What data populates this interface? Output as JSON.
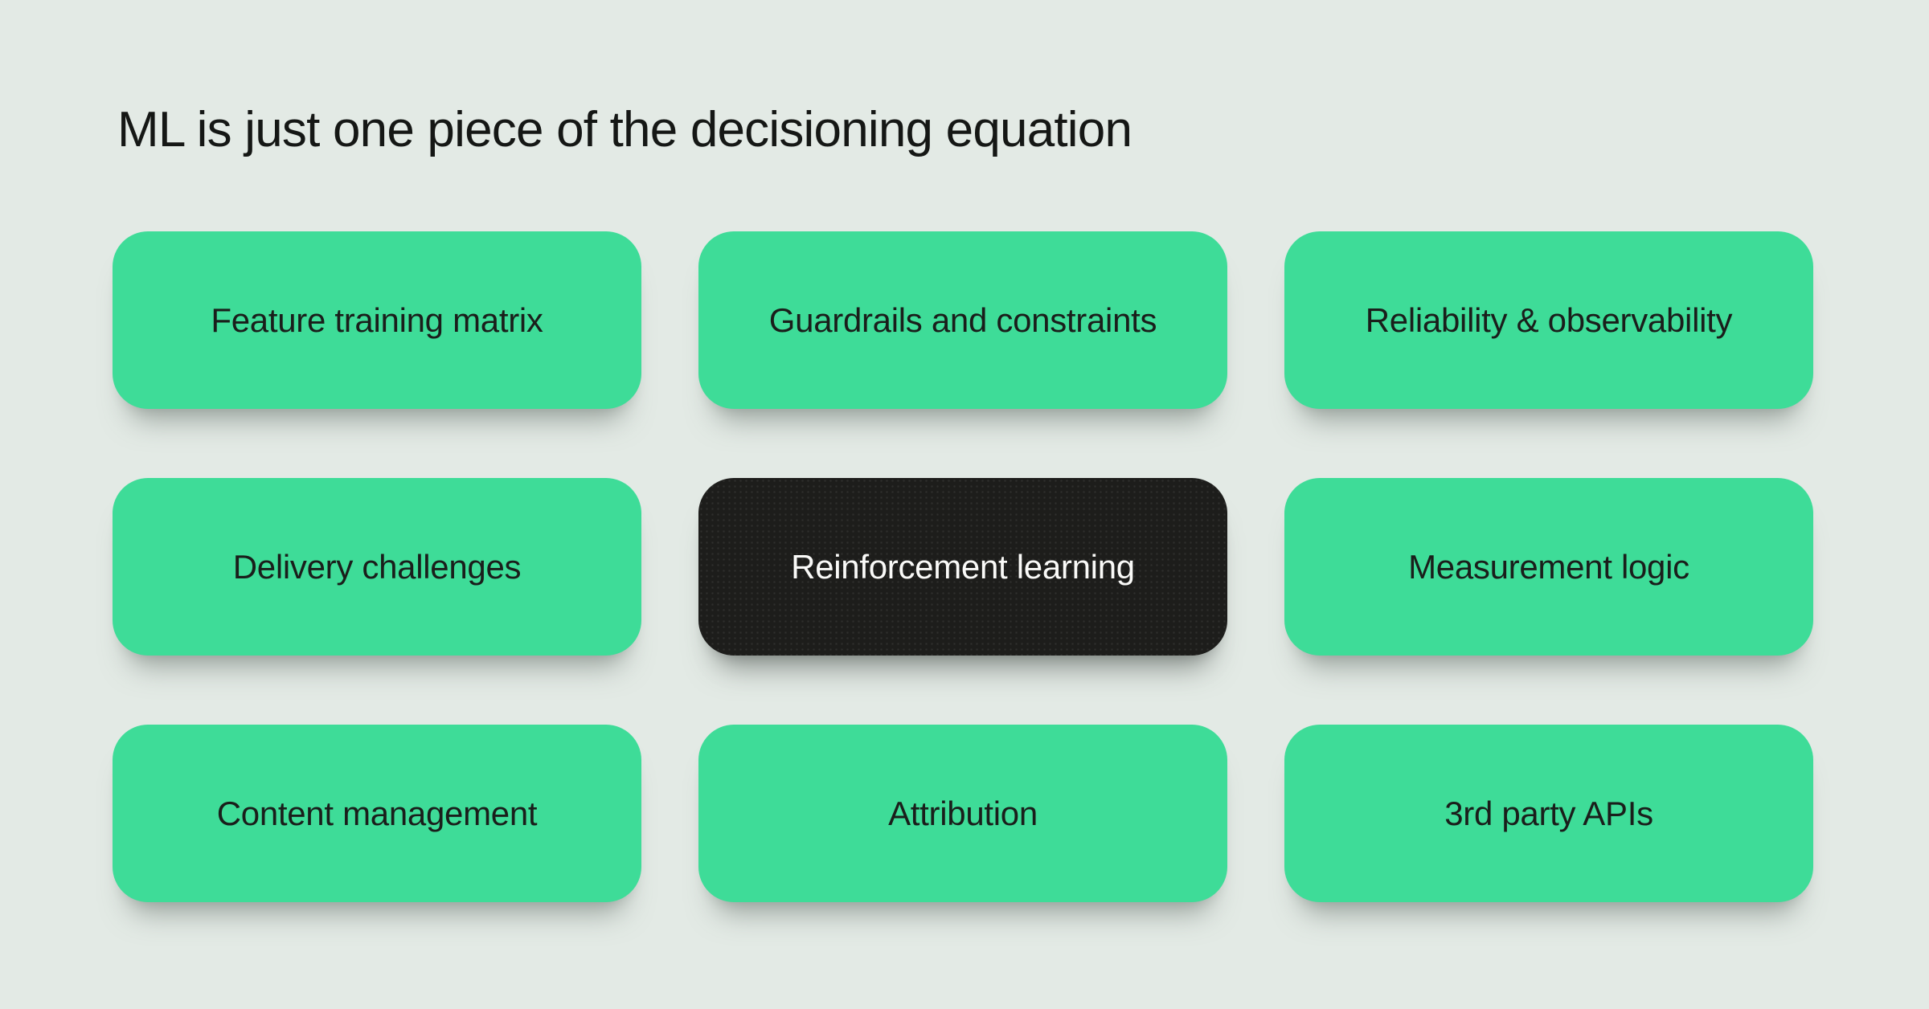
{
  "title": "ML is just one piece of the decisioning equation",
  "colors": {
    "page_bg": "#e3eae5",
    "card_green": "#3edc98",
    "card_dark": "#1d1d1b",
    "title_color": "#151715",
    "text_dark": "#1a1e1b",
    "text_light": "#fafaf8"
  },
  "cards": [
    {
      "label": "Feature training matrix",
      "variant": "green"
    },
    {
      "label": "Guardrails and constraints",
      "variant": "green"
    },
    {
      "label": "Reliability & observability",
      "variant": "green"
    },
    {
      "label": "Delivery challenges",
      "variant": "green"
    },
    {
      "label": "Reinforcement learning",
      "variant": "dark"
    },
    {
      "label": "Measurement logic",
      "variant": "green"
    },
    {
      "label": "Content management",
      "variant": "green"
    },
    {
      "label": "Attribution",
      "variant": "green"
    },
    {
      "label": "3rd party APIs",
      "variant": "green"
    }
  ]
}
